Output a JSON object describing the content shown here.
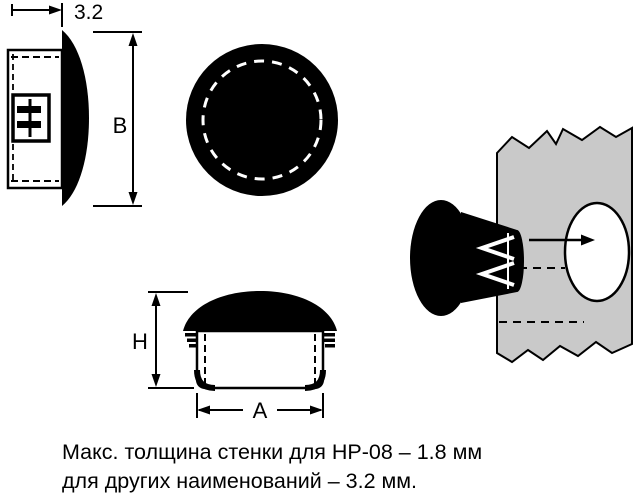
{
  "dimensions": {
    "flange_thickness": "3.2",
    "cap_diameter_label": "B",
    "height_label": "H",
    "body_diameter_label": "A"
  },
  "caption": {
    "line1": "Макс. толщина стенки для HP-08 – 1.8 мм",
    "line2": "для других наименований – 3.2 мм."
  },
  "colors": {
    "ink": "#000000",
    "panel_gray": "#c9c9c9",
    "background": "#ffffff"
  }
}
